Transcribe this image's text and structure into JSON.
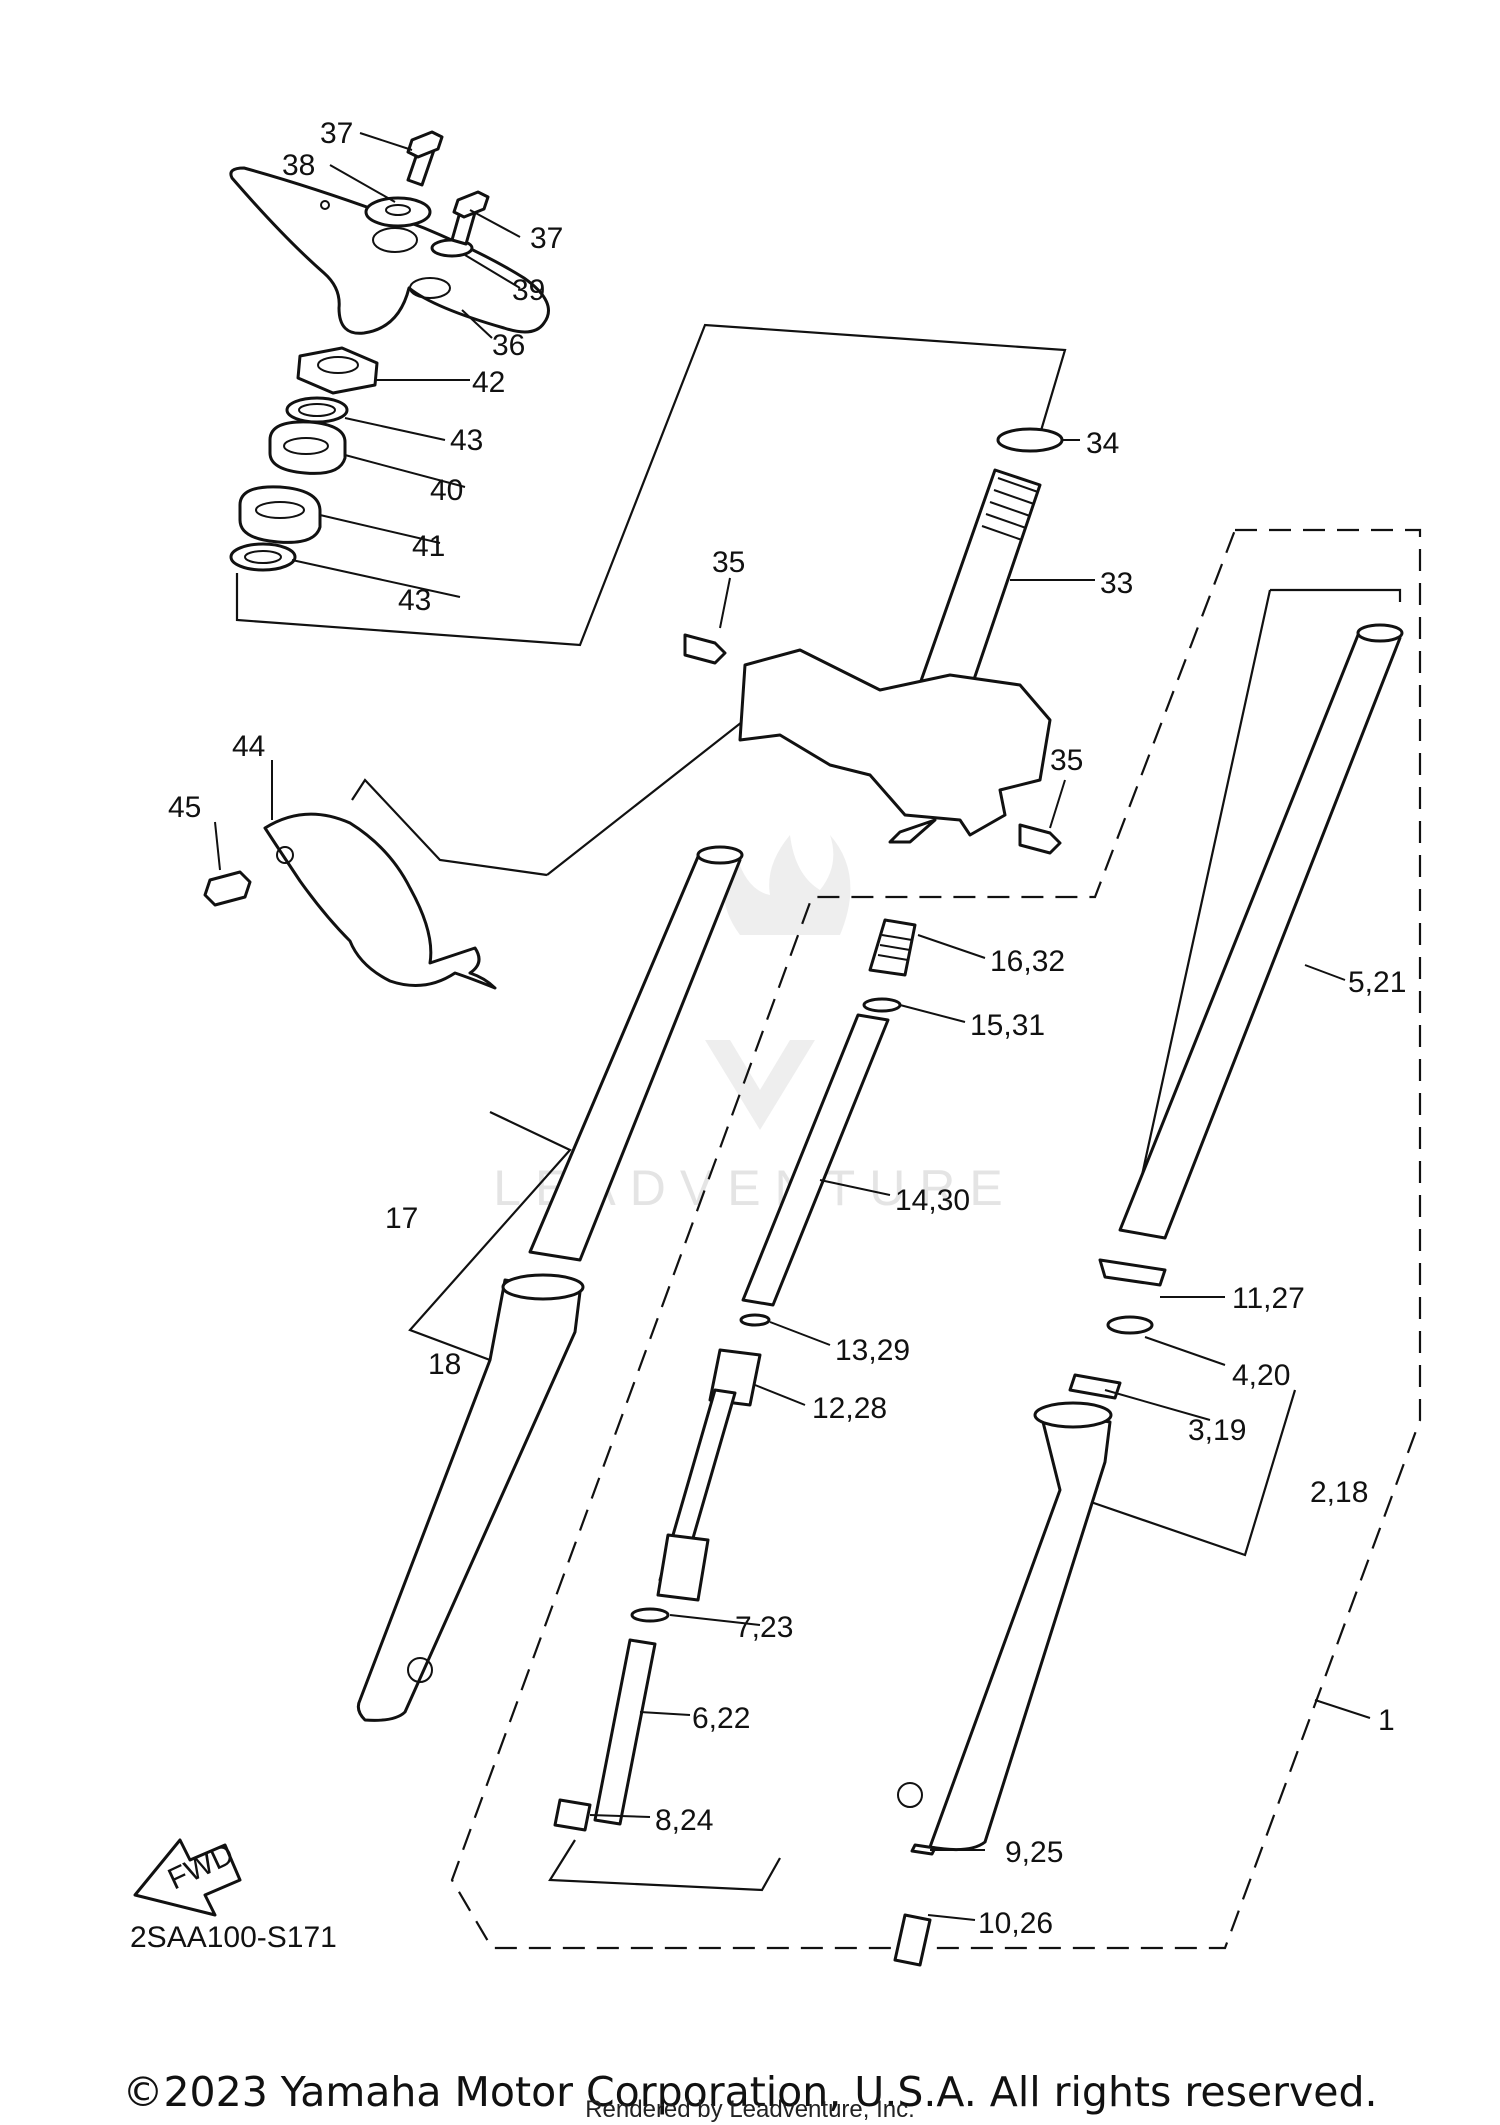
{
  "diagram": {
    "code": "2SAA100-S171",
    "fwd_label": "FWD",
    "watermark": "LEADVENTURE",
    "callouts": {
      "c1": "1",
      "c2_18": "2,18",
      "c3_19": "3,19",
      "c4_20": "4,20",
      "c5_21": "5,21",
      "c6_22": "6,22",
      "c7_23": "7,23",
      "c8_24": "8,24",
      "c9_25": "9,25",
      "c10_26": "10,26",
      "c11_27": "11,27",
      "c12_28": "12,28",
      "c13_29": "13,29",
      "c14_30": "14,30",
      "c15_31": "15,31",
      "c16_32": "16,32",
      "c17": "17",
      "c18": "18",
      "c33": "33",
      "c34": "34",
      "c35a": "35",
      "c35b": "35",
      "c36": "36",
      "c37a": "37",
      "c37b": "37",
      "c38": "38",
      "c39": "39",
      "c40": "40",
      "c41": "41",
      "c42": "42",
      "c43a": "43",
      "c43b": "43",
      "c44": "44",
      "c45": "45"
    }
  },
  "footer": {
    "copyright": "©2023 Yamaha Motor Corporation, U.S.A. All rights reserved.",
    "rendered_by": "Rendered by Leadventure, Inc."
  }
}
